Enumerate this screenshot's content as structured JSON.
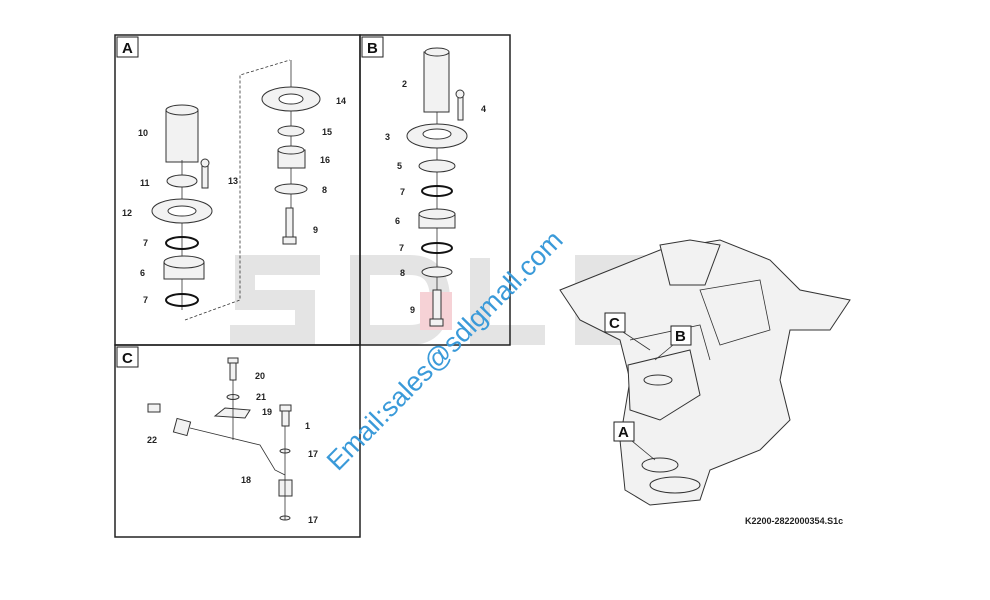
{
  "watermark": "SDLG",
  "email_watermark": "Email:sales@sdlgmall.com",
  "drawing_code": "K2200-2822000354.S1c",
  "colors": {
    "email": "#3a9ad9",
    "watermark": "#e4e4e4",
    "highlight": "#f6d2d6"
  },
  "panels": {
    "A": {
      "letter": "A",
      "callouts": [
        "10",
        "11",
        "12",
        "13",
        "7",
        "6",
        "7",
        "14",
        "15",
        "16",
        "8",
        "9"
      ]
    },
    "B": {
      "letter": "B",
      "callouts": [
        "2",
        "4",
        "3",
        "5",
        "7",
        "6",
        "7",
        "8",
        "9"
      ]
    },
    "C": {
      "letter": "C",
      "callouts": [
        "20",
        "21",
        "19",
        "1",
        "22",
        "17",
        "18",
        "17"
      ]
    }
  },
  "overview": {
    "markers": [
      "C",
      "B",
      "A"
    ]
  }
}
